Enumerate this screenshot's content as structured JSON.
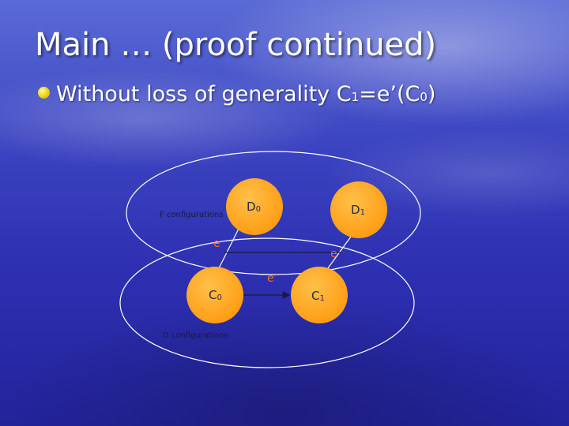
{
  "slide": {
    "title": "Main … (proof continued)",
    "bullet": {
      "text": "Without loss of generality C",
      "sub1": "1",
      "mid": "=e’(C",
      "sub0": "0",
      "end": ")"
    }
  },
  "diagram": {
    "sets": {
      "f_label": "F configurations",
      "d_label": "D configurations"
    },
    "nodes": {
      "d0": {
        "main": "D",
        "sub": "0"
      },
      "d1": {
        "main": "D",
        "sub": "1"
      },
      "c0": {
        "main": "C",
        "sub": "0"
      },
      "c1": {
        "main": "C",
        "sub": "1"
      }
    },
    "edges": {
      "e_left": "e",
      "e_right": "e",
      "e_prime": "e’"
    }
  },
  "colors": {
    "node_fill": "#ffa21c",
    "edge_label": "#ff6a1a",
    "ellipse_stroke": "#ffffff",
    "bullet": "#e8d000"
  }
}
